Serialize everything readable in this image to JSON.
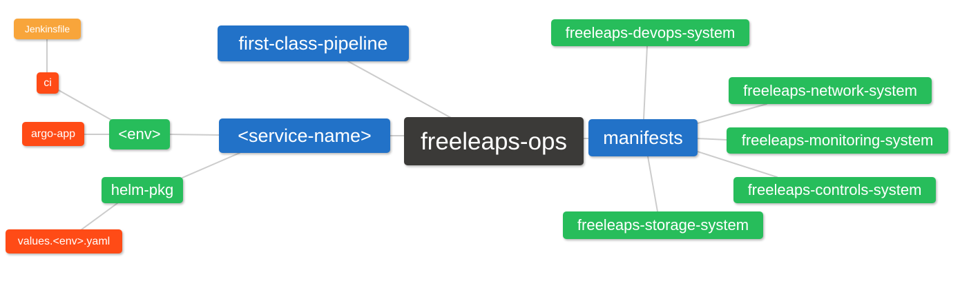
{
  "app": {
    "type": "mindmap",
    "background": "#ffffff"
  },
  "colors": {
    "root_bg": "#3b3a38",
    "branch_bg": "#2272c8",
    "leaf_bg": "#27bd5b",
    "accent_bg": "#ff4b16",
    "note_bg": "#f8a53b",
    "edge": "#cccccc",
    "text": "#ffffff"
  },
  "nodes": [
    {
      "id": "jenkinsfile",
      "label": "Jenkinsfile",
      "level": 5
    },
    {
      "id": "ci",
      "label": "ci",
      "level": 4
    },
    {
      "id": "argo-app",
      "label": "argo-app",
      "level": 4
    },
    {
      "id": "env",
      "label": "<env>",
      "level": 3
    },
    {
      "id": "helm-pkg",
      "label": "helm-pkg",
      "level": 3
    },
    {
      "id": "values-env-yaml",
      "label": "values.<env>.yaml",
      "level": 4
    },
    {
      "id": "first-class-pipeline",
      "label": "first-class-pipeline",
      "level": 2
    },
    {
      "id": "service-name",
      "label": "<service-name>",
      "level": 2
    },
    {
      "id": "freeleaps-ops",
      "label": "freeleaps-ops",
      "level": 1
    },
    {
      "id": "manifests",
      "label": "manifests",
      "level": 2
    },
    {
      "id": "freeleaps-devops-system",
      "label": "freeleaps-devops-system",
      "level": 3
    },
    {
      "id": "freeleaps-network-system",
      "label": "freeleaps-network-system",
      "level": 3
    },
    {
      "id": "freeleaps-monitoring-system",
      "label": "freeleaps-monitoring-system",
      "level": 3
    },
    {
      "id": "freeleaps-controls-system",
      "label": "freeleaps-controls-system",
      "level": 3
    },
    {
      "id": "freeleaps-storage-system",
      "label": "freeleaps-storage-system",
      "level": 3
    }
  ],
  "edges": [
    {
      "from": "ci",
      "to": "jenkinsfile"
    },
    {
      "from": "env",
      "to": "ci"
    },
    {
      "from": "env",
      "to": "argo-app"
    },
    {
      "from": "service-name",
      "to": "env"
    },
    {
      "from": "service-name",
      "to": "helm-pkg"
    },
    {
      "from": "helm-pkg",
      "to": "values-env-yaml"
    },
    {
      "from": "freeleaps-ops",
      "to": "first-class-pipeline"
    },
    {
      "from": "freeleaps-ops",
      "to": "service-name"
    },
    {
      "from": "freeleaps-ops",
      "to": "manifests"
    },
    {
      "from": "manifests",
      "to": "freeleaps-devops-system"
    },
    {
      "from": "manifests",
      "to": "freeleaps-network-system"
    },
    {
      "from": "manifests",
      "to": "freeleaps-monitoring-system"
    },
    {
      "from": "manifests",
      "to": "freeleaps-controls-system"
    },
    {
      "from": "manifests",
      "to": "freeleaps-storage-system"
    }
  ]
}
